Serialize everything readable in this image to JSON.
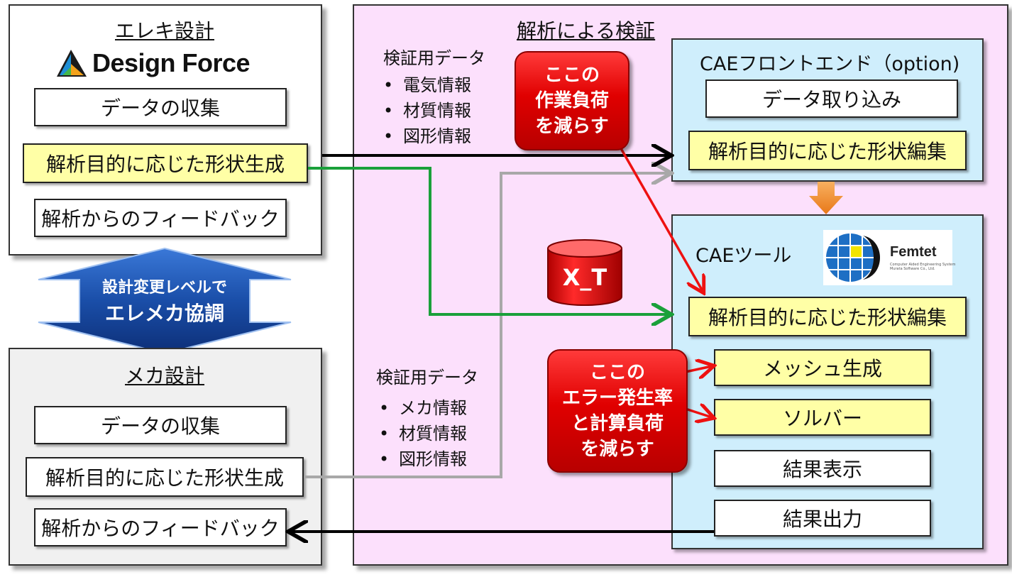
{
  "elec": {
    "title": "エレキ設計",
    "logo_text": "Design Force",
    "items": [
      "データの収集",
      "解析目的に応じた形状生成",
      "解析からのフィードバック"
    ]
  },
  "collab": {
    "line1": "設計変更レベルで",
    "line2": "エレメカ協調"
  },
  "mech": {
    "title": "メカ設計",
    "items": [
      "データの収集",
      "解析目的に応じた形状生成",
      "解析からのフィードバック"
    ]
  },
  "analysis": {
    "title": "解析による検証",
    "verify_data_top": {
      "label": "検証用データ",
      "items": [
        "電気情報",
        "材質情報",
        "図形情報"
      ]
    },
    "verify_data_bottom": {
      "label": "検証用データ",
      "items": [
        "メカ情報",
        "材質情報",
        "図形情報"
      ]
    },
    "callout1": [
      "ここの",
      "作業負荷",
      "を減らす"
    ],
    "callout2": [
      "ここの",
      "エラー発生率",
      "と計算負荷",
      "を減らす"
    ],
    "file_label": "X_T"
  },
  "cae_front": {
    "title": "CAEフロントエンド（option)",
    "items": [
      "データ取り込み",
      "解析目的に応じた形状編集"
    ]
  },
  "cae_tool": {
    "title": "CAEツール",
    "logo_text": "Femtet",
    "logo_sub": "Computer Aided Engineering System\nMurata Software Co., Ltd.",
    "items": [
      "解析目的に応じた形状編集",
      "メッシュ生成",
      "ソルバー",
      "結果表示",
      "結果出力"
    ]
  },
  "colors": {
    "analysis_bg": "#fce0fc",
    "cae_bg": "#cfeefc",
    "mech_bg": "#f0f0f0",
    "highlight": "#ffffa6",
    "callout": "#e00000",
    "collab_arrow": "#1f4aa8",
    "arrow_green": "#1aa03a",
    "arrow_gray": "#a8a8a8",
    "arrow_red": "#ee1111",
    "arrow_orange": "#f08a1e"
  }
}
